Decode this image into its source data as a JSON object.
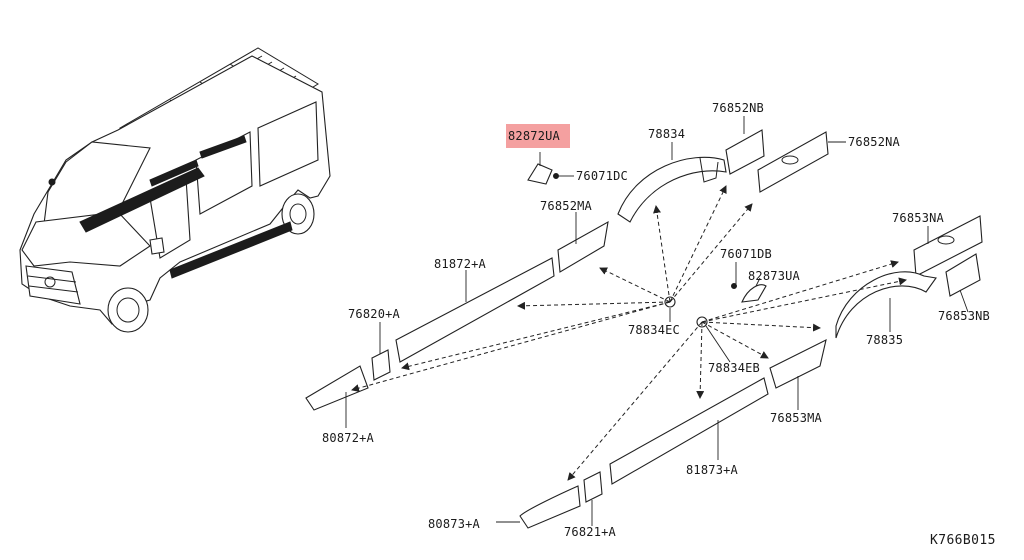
{
  "diagram_id": "K766B015",
  "highlight_color": "#f4a0a0",
  "labels": {
    "p82872UA": "82872UA",
    "p76071DC": "76071DC",
    "p78834": "78834",
    "p76852NB": "76852NB",
    "p76852NA": "76852NA",
    "p76852MA": "76852MA",
    "p81872A": "81872+A",
    "p76071DB": "76071DB",
    "p82873UA": "82873UA",
    "p76853NA": "76853NA",
    "p76853NB": "76853NB",
    "p76820A": "76820+A",
    "p78834EC": "78834EC",
    "p78835": "78835",
    "p78834EB": "78834EB",
    "p76853MA": "76853MA",
    "p80872A": "80872+A",
    "p81873A": "81873+A",
    "p80873A": "80873+A",
    "p76821A": "76821+A"
  }
}
